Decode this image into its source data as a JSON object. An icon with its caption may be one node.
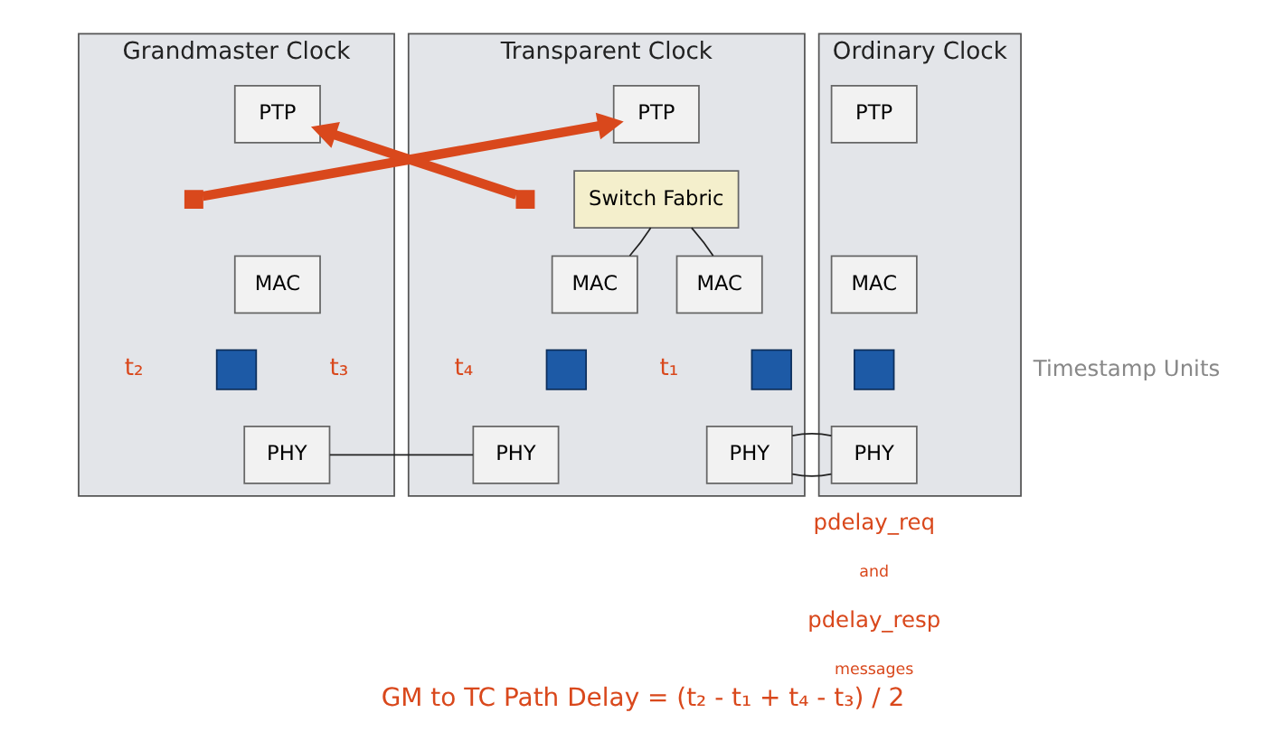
{
  "diagram": {
    "caption": "GM to TC Path Delay = (t₂ - t₁ + t₄ - t₃) / 2",
    "nodes": [
      {
        "text": [
          "Grandmaster Clock"
        ]
      },
      {
        "text": [
          "PTP"
        ],
        "in": 0
      },
      {
        "text": [
          "MAC"
        ],
        "in": 0
      },
      {
        "text": [],
        "shape": "box",
        "in": 0,
        "beside": [
          "t₂",
          "t₃"
        ]
      },
      {
        "text": [
          "PHY"
        ],
        "in": 0
      },
      {
        "text": [
          "Transparent Clock"
        ]
      },
      {
        "text": [
          "PTP"
        ],
        "in": 5
      },
      {
        "text": [
          "Switch Fabric"
        ],
        "in": 5
      },
      {
        "text": [
          "MAC"
        ],
        "in": 5
      },
      {
        "text": [],
        "shape": "box",
        "in": 5,
        "beside": [
          "t₄",
          "t₁"
        ]
      },
      {
        "text": [
          "PHY"
        ],
        "in": 5
      },
      {
        "text": [
          "MAC"
        ],
        "in": 5
      },
      {
        "text": [],
        "shape": "box",
        "in": 5
      },
      {
        "text": [
          "PHY"
        ],
        "in": 5
      },
      {
        "text": [
          "Ordinary Clock"
        ]
      },
      {
        "text": [
          "PTP"
        ],
        "in": 14
      },
      {
        "text": [
          "MAC"
        ],
        "in": 14
      },
      {
        "text": [],
        "shape": "box",
        "in": 14
      },
      {
        "text": [
          "PHY"
        ],
        "in": 14
      },
      {
        "text": [],
        "shape": "box",
        "in": 0
      },
      {
        "text": [],
        "shape": "box",
        "in": 5
      }
    ],
    "edges": [
      {
        "from": 7,
        "to": 8,
        "arrow": "none"
      },
      {
        "from": 7,
        "to": 11,
        "arrow": "none"
      },
      {
        "from": 4,
        "to": 10,
        "arrow": "none"
      },
      {
        "from": 13,
        "to": 18,
        "arrow": "none"
      },
      {
        "from": 19,
        "to": 6,
        "arrow": "to",
        "style": "thick",
        "color": "#d9481c"
      },
      {
        "from": 20,
        "to": 1,
        "arrow": "to",
        "style": "thick",
        "color": "#d9481c"
      }
    ],
    "labels": [
      "Timestamp Units",
      "pdelay_req",
      "and",
      "pdelay_resp",
      "messages"
    ]
  }
}
